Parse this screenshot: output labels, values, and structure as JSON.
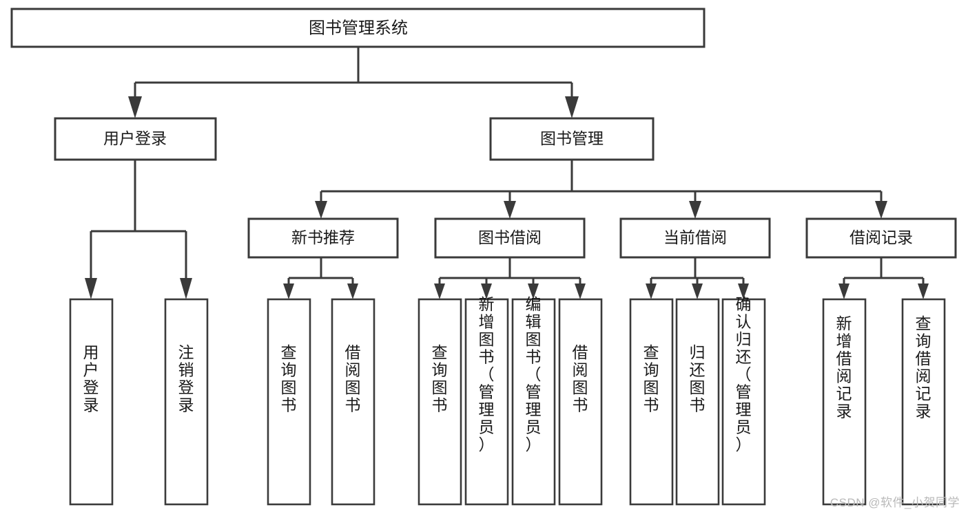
{
  "diagram": {
    "type": "tree-hierarchy-chart",
    "title": "图书管理系统",
    "background_color": "#ffffff",
    "line_color": "#3a3a3a",
    "box_fill": "#ffffff",
    "text_color": "#1a1a1a",
    "root": {
      "id": "root",
      "label": "图书管理系统",
      "orientation": "horizontal"
    },
    "level1": [
      {
        "id": "user-login",
        "label": "用户登录",
        "orientation": "horizontal"
      },
      {
        "id": "book-manage",
        "label": "图书管理",
        "orientation": "horizontal"
      }
    ],
    "level2": [
      {
        "id": "new-book-recommend",
        "label": "新书推荐",
        "parent": "book-manage",
        "orientation": "horizontal"
      },
      {
        "id": "book-borrow",
        "label": "图书借阅",
        "parent": "book-manage",
        "orientation": "horizontal"
      },
      {
        "id": "current-borrow",
        "label": "当前借阅",
        "parent": "book-manage",
        "orientation": "horizontal"
      },
      {
        "id": "borrow-records",
        "label": "借阅记录",
        "parent": "book-manage",
        "orientation": "horizontal"
      }
    ],
    "leaves": [
      {
        "id": "leaf-user-login",
        "label": "用户登录",
        "parent": "user-login",
        "orientation": "vertical"
      },
      {
        "id": "leaf-logout",
        "label": "注销登录",
        "parent": "user-login",
        "orientation": "vertical"
      },
      {
        "id": "leaf-query-book-1",
        "label": "查询图书",
        "parent": "new-book-recommend",
        "orientation": "vertical"
      },
      {
        "id": "leaf-borrow-book-1",
        "label": "借阅图书",
        "parent": "new-book-recommend",
        "orientation": "vertical"
      },
      {
        "id": "leaf-query-book-2",
        "label": "查询图书",
        "parent": "book-borrow",
        "orientation": "vertical"
      },
      {
        "id": "leaf-add-book",
        "label": "新增图书（管理员）",
        "parent": "book-borrow",
        "orientation": "vertical"
      },
      {
        "id": "leaf-edit-book",
        "label": "编辑图书（管理员）",
        "parent": "book-borrow",
        "orientation": "vertical"
      },
      {
        "id": "leaf-borrow-book-2",
        "label": "借阅图书",
        "parent": "book-borrow",
        "orientation": "vertical"
      },
      {
        "id": "leaf-query-book-3",
        "label": "查询图书",
        "parent": "current-borrow",
        "orientation": "vertical"
      },
      {
        "id": "leaf-return-book",
        "label": "归还图书",
        "parent": "current-borrow",
        "orientation": "vertical"
      },
      {
        "id": "leaf-confirm-return",
        "label": "确认归还（管理员）",
        "parent": "current-borrow",
        "orientation": "vertical"
      },
      {
        "id": "leaf-add-record",
        "label": "新增借阅记录",
        "parent": "borrow-records",
        "orientation": "vertical"
      },
      {
        "id": "leaf-query-record",
        "label": "查询借阅记录",
        "parent": "borrow-records",
        "orientation": "vertical"
      }
    ]
  },
  "watermark": {
    "text": "CSDN @软件_小贺同学"
  }
}
